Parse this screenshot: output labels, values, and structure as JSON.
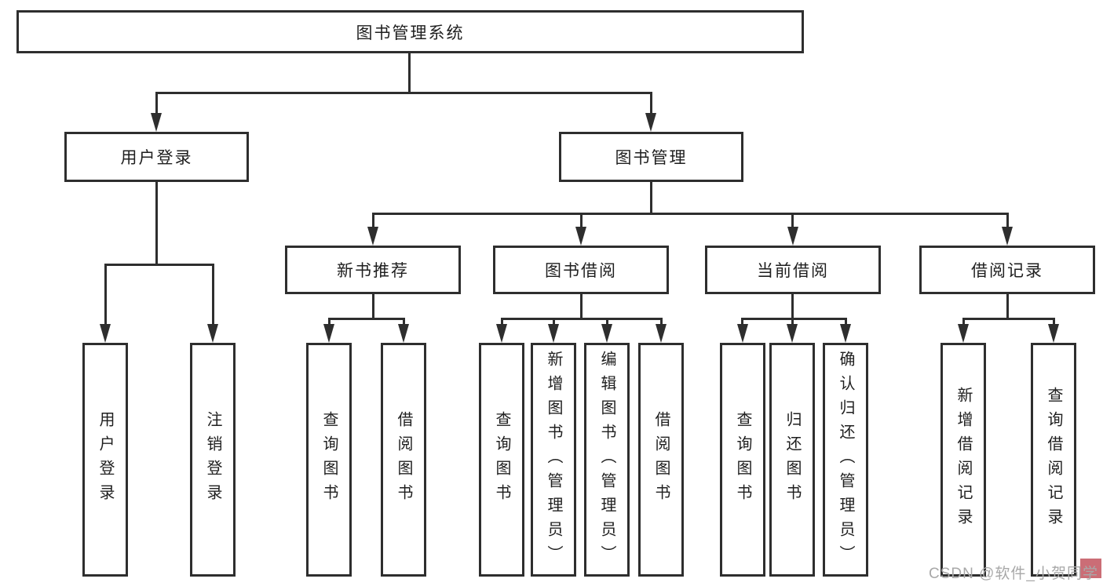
{
  "diagram": {
    "type": "hierarchy-tree",
    "root": {
      "label": "图书管理系统"
    },
    "level2": [
      {
        "label": "用户登录"
      },
      {
        "label": "图书管理",
        "parent": "图书管理系统"
      }
    ],
    "level3": [
      {
        "label": "新书推荐",
        "parent": "图书管理"
      },
      {
        "label": "图书借阅",
        "parent": "图书管理"
      },
      {
        "label": "当前借阅",
        "parent": "图书管理"
      },
      {
        "label": "借阅记录",
        "parent": "图书管理"
      }
    ],
    "leaves": [
      {
        "label": "用户登录",
        "parent": "用户登录"
      },
      {
        "label": "注销登录",
        "parent": "用户登录"
      },
      {
        "label": "查询图书",
        "parent": "新书推荐"
      },
      {
        "label": "借阅图书",
        "parent": "新书推荐"
      },
      {
        "label": "查询图书",
        "parent": "图书借阅"
      },
      {
        "label": "新增图书（管理员）",
        "parent": "图书借阅"
      },
      {
        "label": "编辑图书（管理员）",
        "parent": "图书借阅"
      },
      {
        "label": "借阅图书",
        "parent": "图书借阅"
      },
      {
        "label": "查询图书",
        "parent": "当前借阅"
      },
      {
        "label": "归还图书",
        "parent": "当前借阅"
      },
      {
        "label": "确认归还（管理员）",
        "parent": "当前借阅"
      },
      {
        "label": "新增借阅记录",
        "parent": "借阅记录"
      },
      {
        "label": "查询借阅记录",
        "parent": "借阅记录"
      }
    ]
  },
  "watermark": {
    "text": "CSDN @软件_小贺同学",
    "text_color": "#a8a8a8",
    "logo_accent_color": "#c2545e"
  },
  "colors": {
    "background": "#ffffff",
    "box_border": "#2e2e2e",
    "connector_line": "#2e2e2e",
    "label_text": "#1f1f1f"
  }
}
